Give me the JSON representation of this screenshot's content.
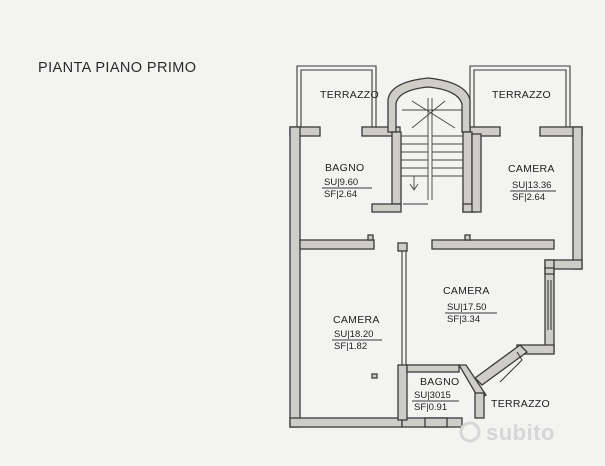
{
  "plan": {
    "title": "PIANTA PIANO PRIMO"
  },
  "rooms": {
    "terrazzo_left": {
      "name": "TERRAZZO"
    },
    "terrazzo_right": {
      "name": "TERRAZZO"
    },
    "terrazzo_bottom": {
      "name": "TERRAZZO"
    },
    "bagno_top": {
      "name": "BAGNO",
      "su": "SU|9.60",
      "sf": "SF|2.64"
    },
    "camera_top_right": {
      "name": "CAMERA",
      "su": "SU|13.36",
      "sf": "SF|2.64"
    },
    "camera_left": {
      "name": "CAMERA",
      "su": "SU|18.20",
      "sf": "SF|1.82"
    },
    "camera_middle": {
      "name": "CAMERA",
      "su": "SU|17.50",
      "sf": "SF|3.34"
    },
    "bagno_bottom": {
      "name": "BAGNO",
      "su": "SU|3015",
      "sf": "SF|0.91"
    }
  },
  "watermark": {
    "text": "subito"
  }
}
